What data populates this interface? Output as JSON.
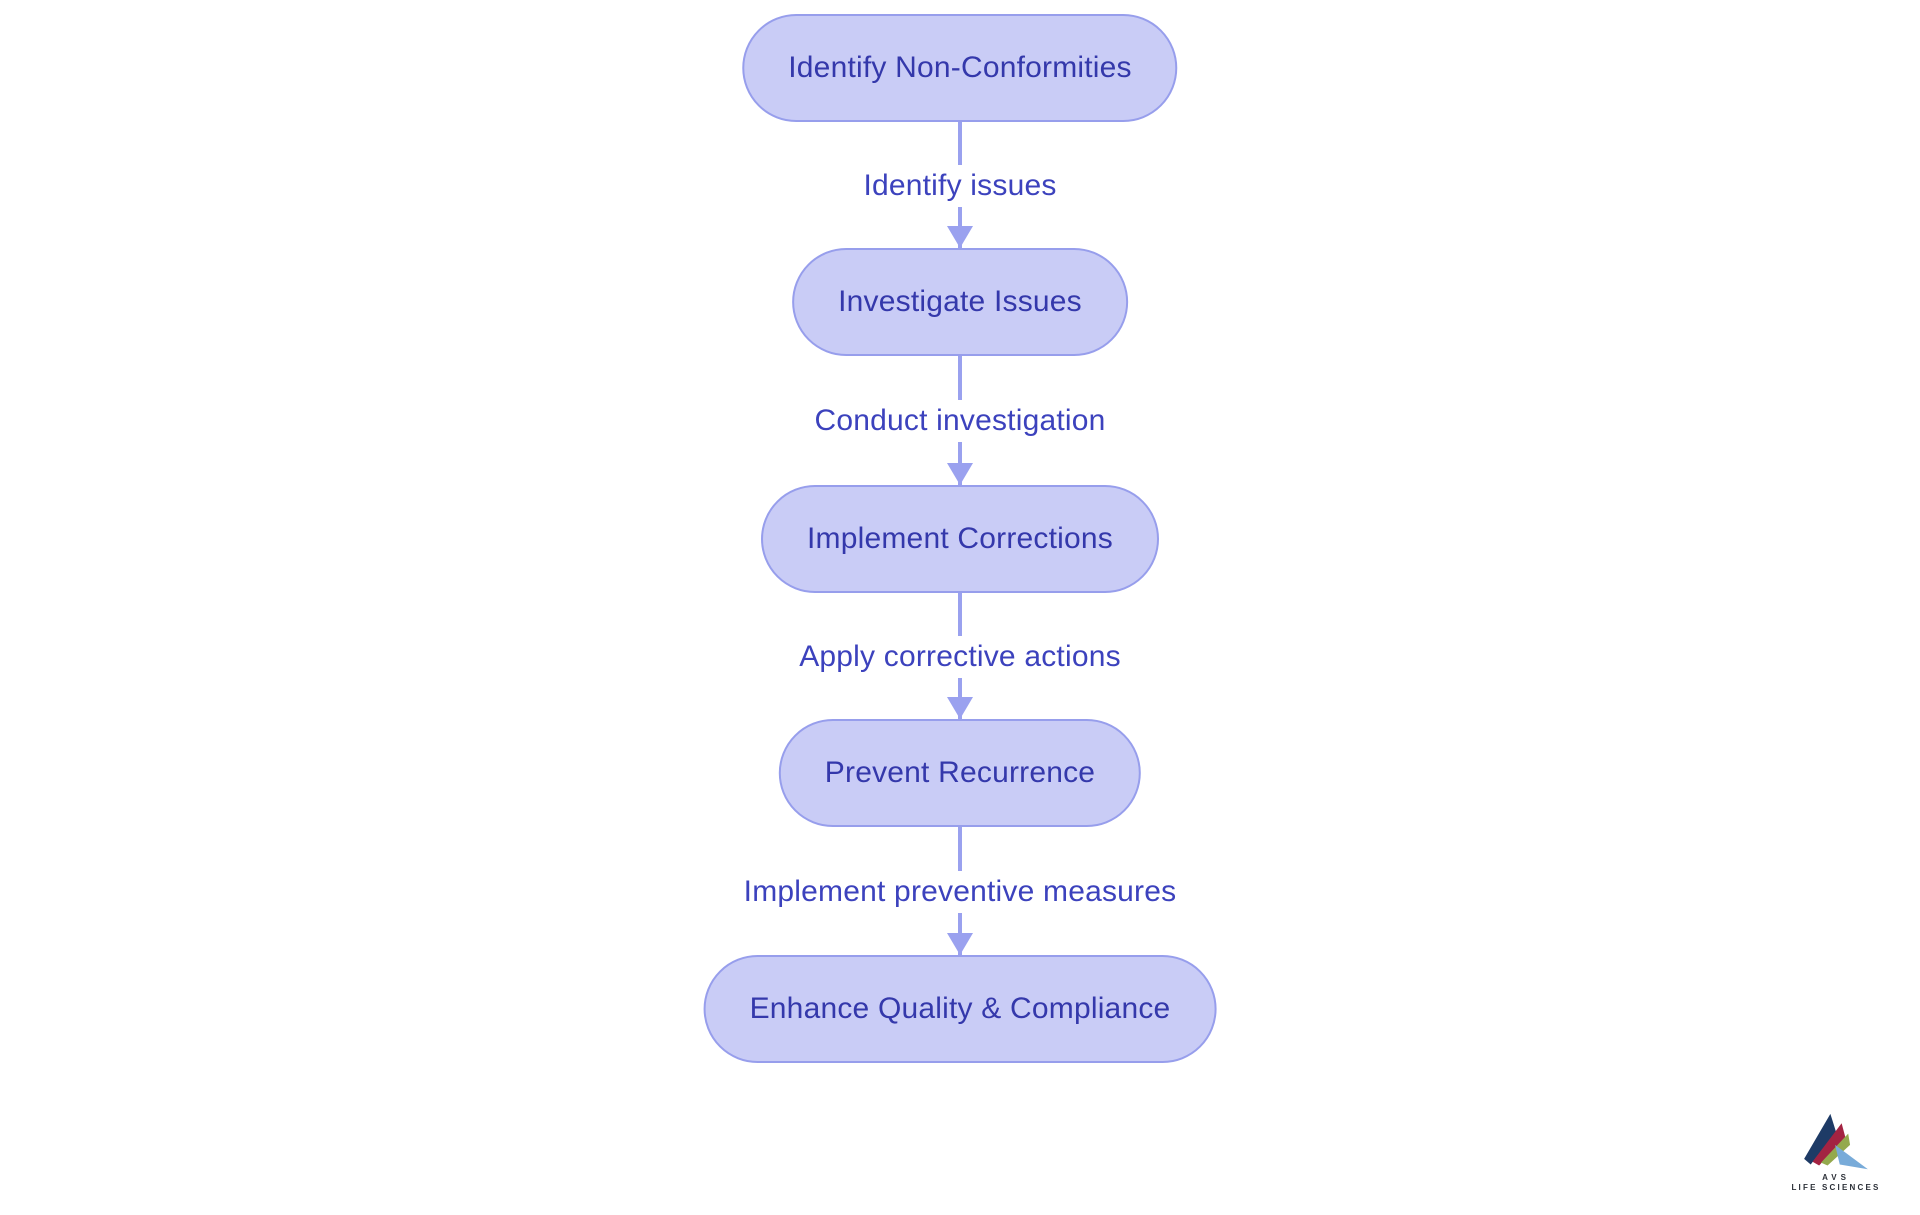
{
  "flowchart": {
    "title_semantic": "CAPA quality process flowchart",
    "nodes": [
      {
        "label": "Identify Non-Conformities"
      },
      {
        "label": "Investigate Issues"
      },
      {
        "label": "Implement Corrections"
      },
      {
        "label": "Prevent Recurrence"
      },
      {
        "label": "Enhance Quality & Compliance"
      }
    ],
    "edges": [
      {
        "label": "Identify issues"
      },
      {
        "label": "Conduct investigation"
      },
      {
        "label": "Apply corrective actions"
      },
      {
        "label": "Implement preventive measures"
      }
    ],
    "colors": {
      "node_fill": "#c9ccf6",
      "node_border": "#979eec",
      "node_text": "#3438ab",
      "edge_line": "#9aa1ef",
      "edge_label_text": "#3c42bd",
      "background": "#ffffff"
    }
  },
  "logo": {
    "line1": "AVS",
    "line2": "LIFE SCIENCES",
    "colors": {
      "navy": "#1e3b66",
      "crimson": "#a32342",
      "olive": "#94a94d",
      "sky": "#78abd9",
      "text": "#2c3038"
    }
  }
}
